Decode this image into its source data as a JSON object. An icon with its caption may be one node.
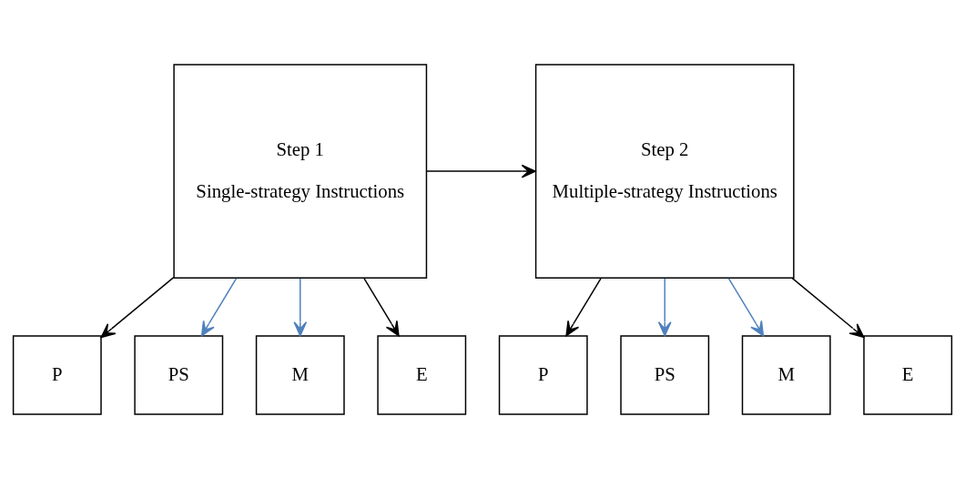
{
  "diagram": {
    "nodes": [
      {
        "text": [
          "Step 1",
          "Single-strategy Instructions"
        ]
      },
      {
        "text": [
          "Step 2",
          "Multiple-strategy Instructions"
        ]
      },
      {
        "text": [
          "P"
        ]
      },
      {
        "text": [
          "PS"
        ]
      },
      {
        "text": [
          "M"
        ]
      },
      {
        "text": [
          "E"
        ]
      },
      {
        "text": [
          "P"
        ]
      },
      {
        "text": [
          "PS"
        ]
      },
      {
        "text": [
          "M"
        ]
      },
      {
        "text": [
          "E"
        ]
      }
    ],
    "edges": [
      {
        "from": 0,
        "to": 1,
        "arrow": "to"
      },
      {
        "from": 0,
        "to": 2,
        "arrow": "to"
      },
      {
        "from": 0,
        "to": 3,
        "arrow": "to",
        "color": "#4f81bd"
      },
      {
        "from": 0,
        "to": 4,
        "arrow": "to",
        "color": "#4f81bd"
      },
      {
        "from": 0,
        "to": 5,
        "arrow": "to"
      },
      {
        "from": 1,
        "to": 6,
        "arrow": "to"
      },
      {
        "from": 1,
        "to": 7,
        "arrow": "to",
        "color": "#4f81bd"
      },
      {
        "from": 1,
        "to": 8,
        "arrow": "to",
        "color": "#4f81bd"
      },
      {
        "from": 1,
        "to": 9,
        "arrow": "to"
      }
    ]
  }
}
